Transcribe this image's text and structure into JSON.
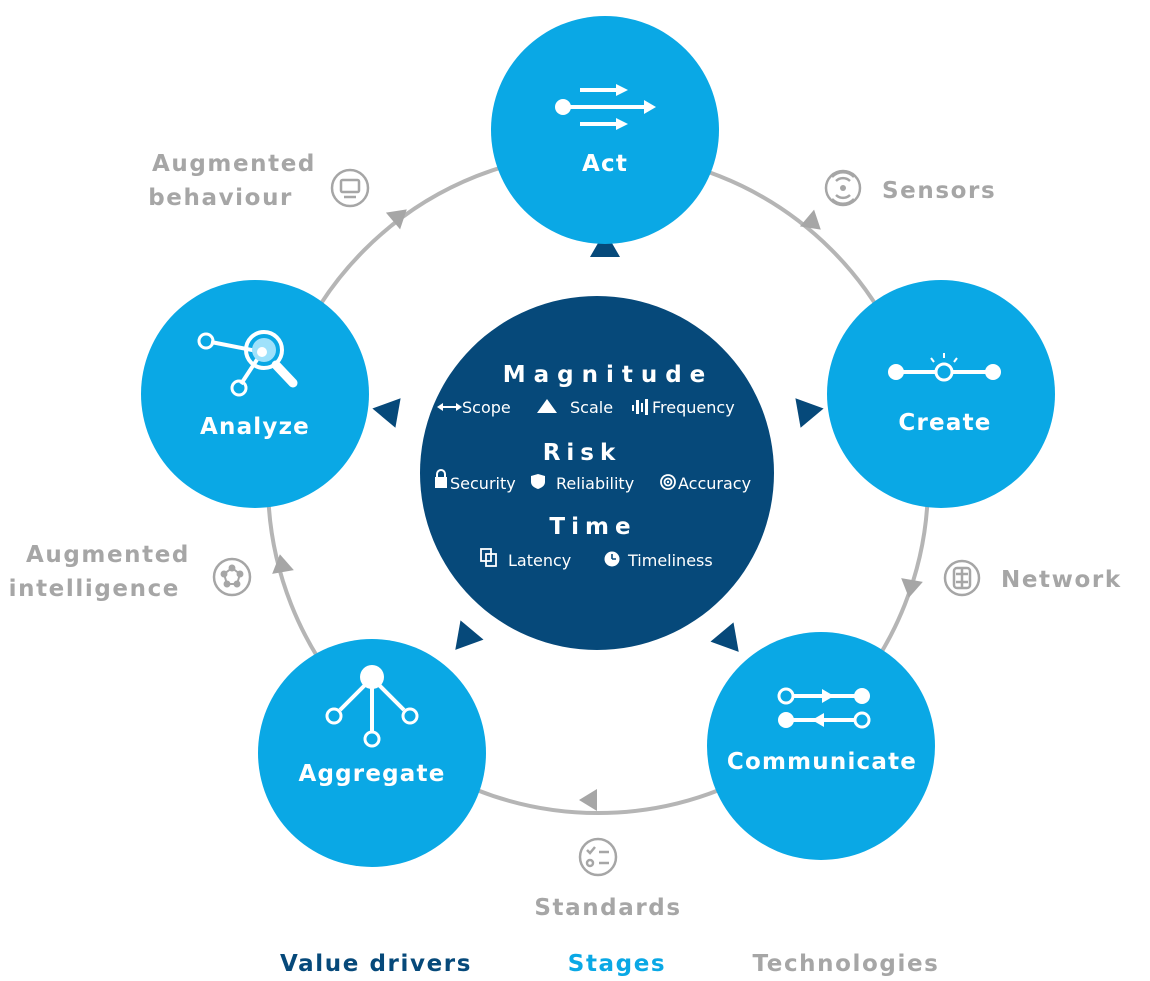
{
  "colors": {
    "stage_blue": "#0aa8e5",
    "value_navy": "#06497a",
    "tech_gray": "#a6a6a6",
    "ring_gray": "#b5b5b5",
    "white": "#ffffff"
  },
  "stages": {
    "act": {
      "label": "Act",
      "icon": "arrows-forward-icon"
    },
    "create": {
      "label": "Create",
      "icon": "sensor-node-icon"
    },
    "communicate": {
      "label": "Communicate",
      "icon": "bidirectional-link-icon"
    },
    "aggregate": {
      "label": "Aggregate",
      "icon": "tree-branch-icon"
    },
    "analyze": {
      "label": "Analyze",
      "icon": "magnifier-network-icon"
    }
  },
  "technologies": {
    "sensors": {
      "label": "Sensors",
      "icon": "sensor-waves-icon"
    },
    "network": {
      "label": "Network",
      "icon": "network-icon"
    },
    "standards": {
      "label": "Standards",
      "icon": "checklist-icon"
    },
    "augmented_intelligence": {
      "line1": "Augmented",
      "line2": "intelligence",
      "icon": "pentagon-nodes-icon"
    },
    "augmented_behaviour": {
      "line1": "Augmented",
      "line2": "behaviour",
      "icon": "monitor-icon"
    }
  },
  "value_drivers": {
    "magnitude": {
      "title": "Magnitude",
      "items": [
        {
          "label": "Scope",
          "icon": "double-arrow-icon"
        },
        {
          "label": "Scale",
          "icon": "mountain-icon"
        },
        {
          "label": "Frequency",
          "icon": "frequency-bars-icon"
        }
      ]
    },
    "risk": {
      "title": "Risk",
      "items": [
        {
          "label": "Security",
          "icon": "lock-icon"
        },
        {
          "label": "Reliability",
          "icon": "shield-icon"
        },
        {
          "label": "Accuracy",
          "icon": "target-icon"
        }
      ]
    },
    "time": {
      "title": "Time",
      "items": [
        {
          "label": "Latency",
          "icon": "copy-squares-icon"
        },
        {
          "label": "Timeliness",
          "icon": "clock-icon"
        }
      ]
    }
  },
  "legend": {
    "value_drivers": "Value drivers",
    "stages": "Stages",
    "technologies": "Technologies"
  }
}
